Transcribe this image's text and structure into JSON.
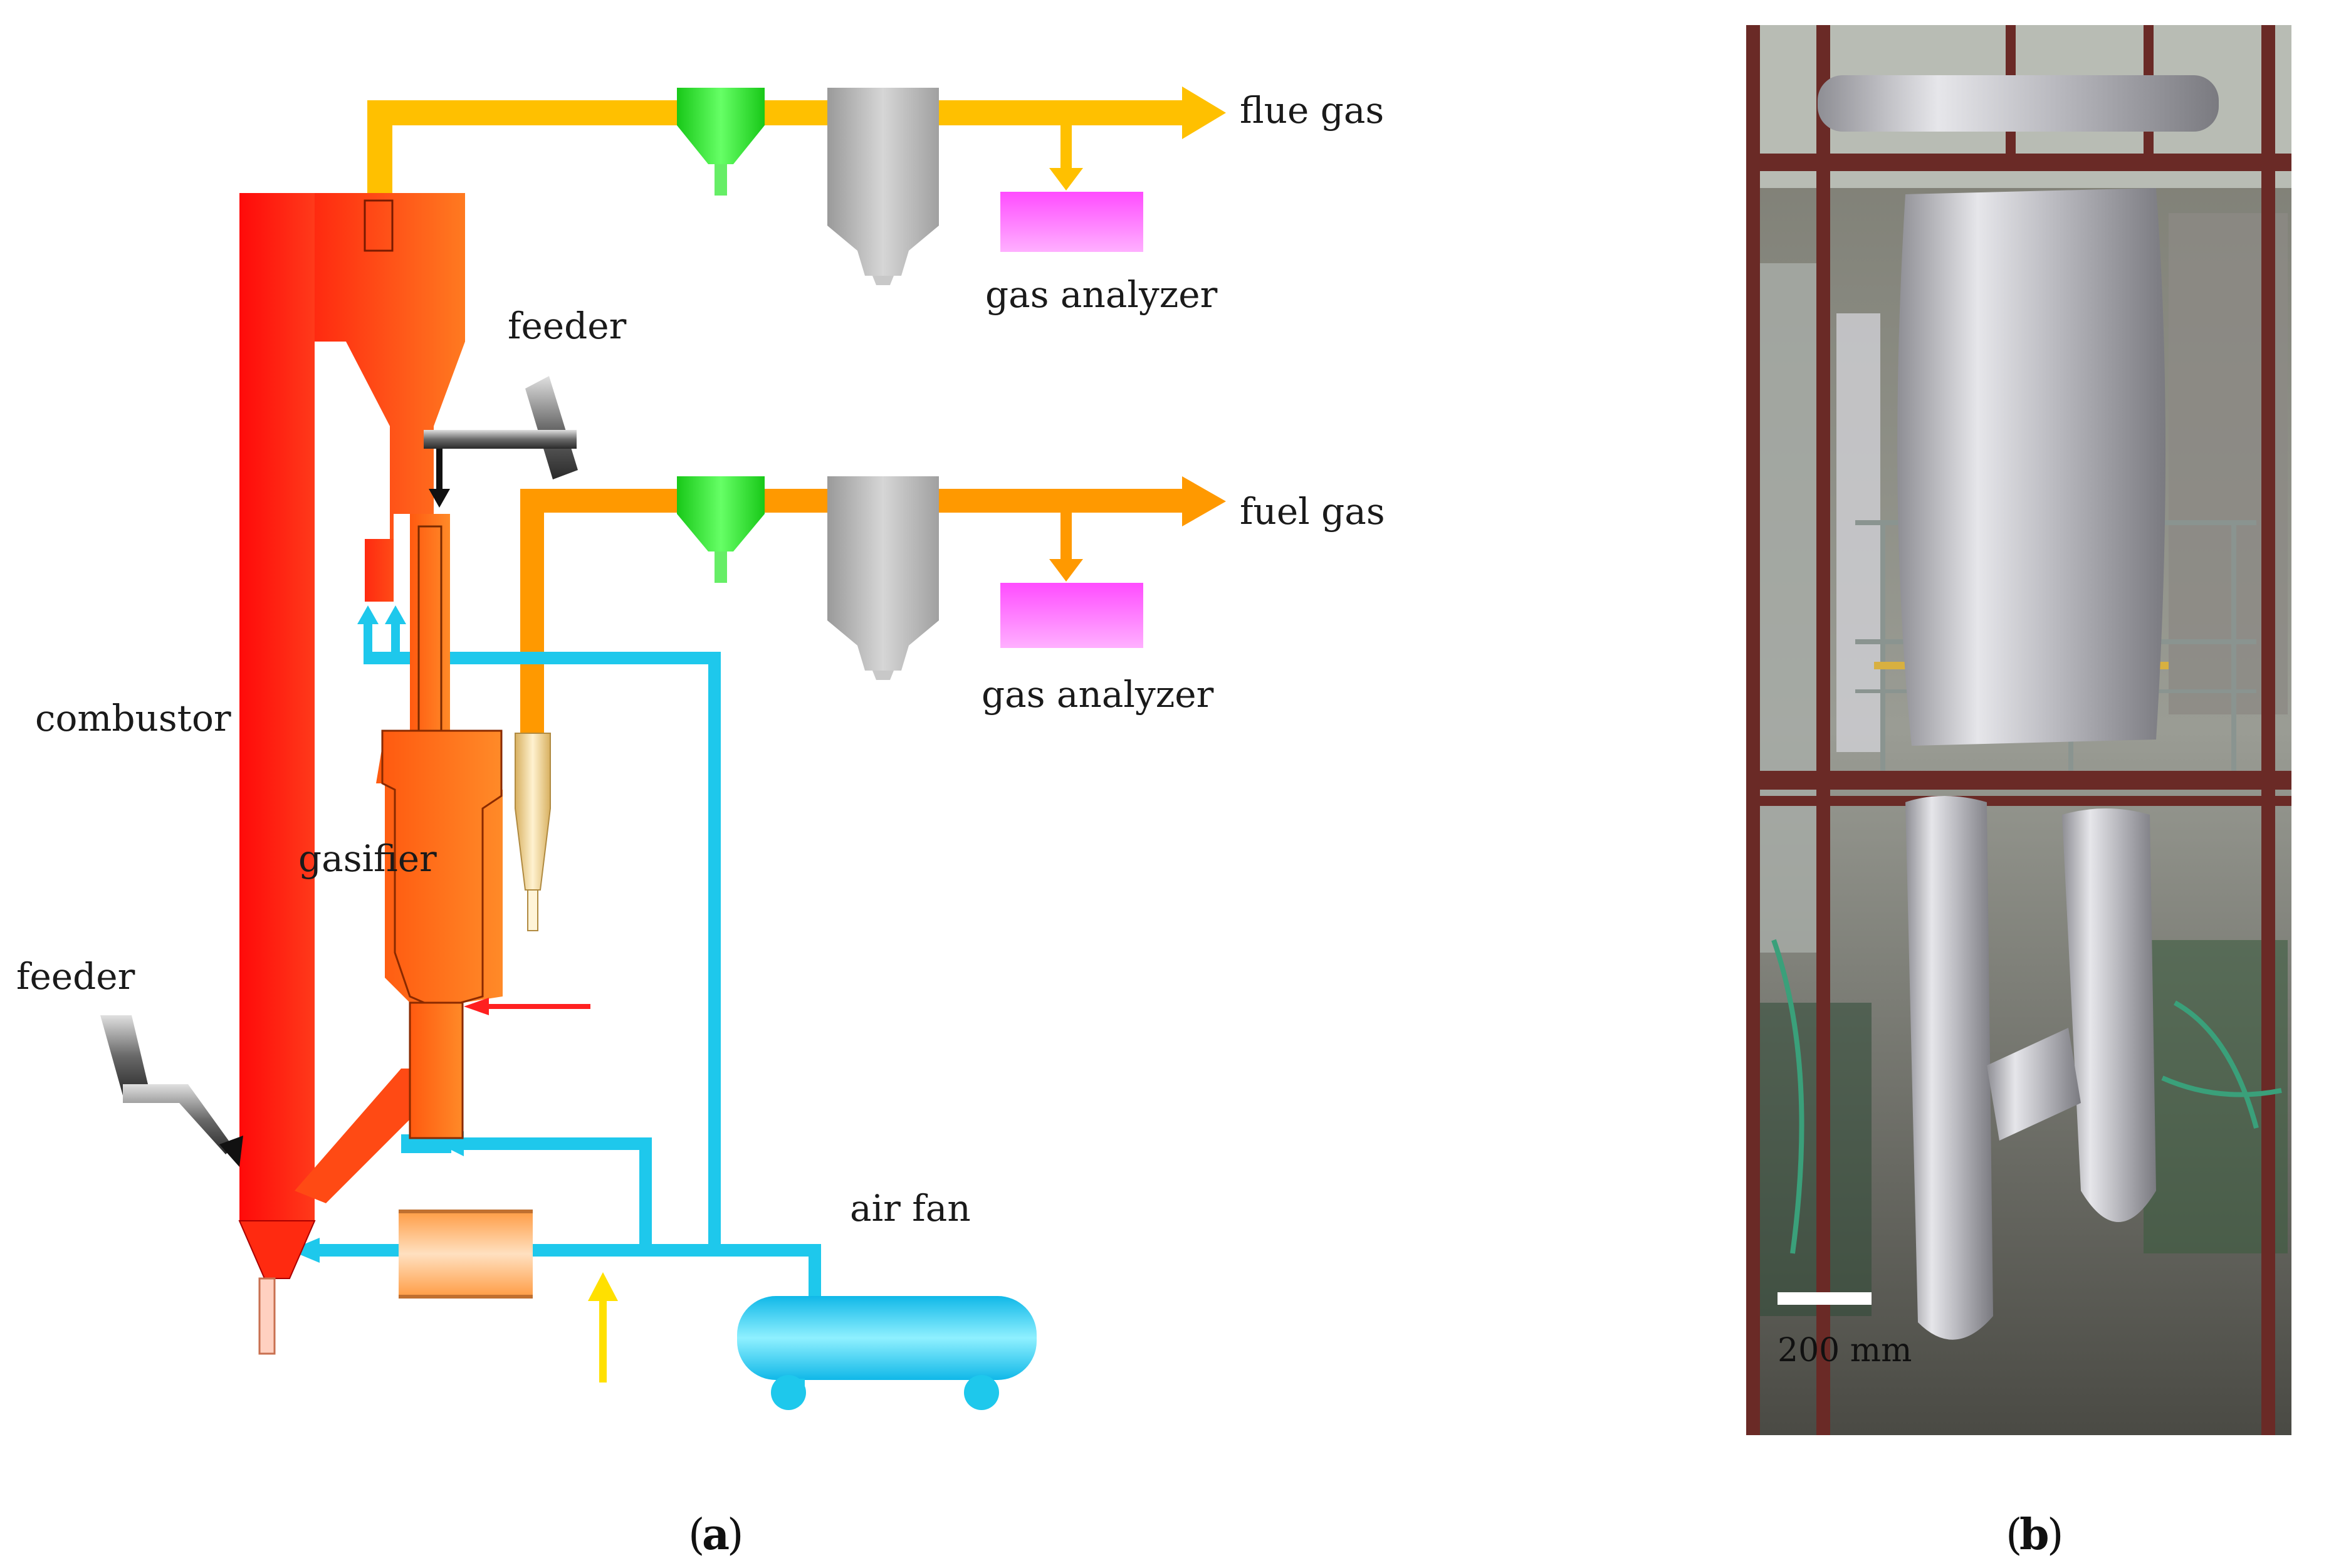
{
  "labels": {
    "flue_gas": "flue gas",
    "fuel_gas": "fuel gas",
    "gas_analyzer_top": "gas analyzer",
    "gas_analyzer_bottom": "gas analyzer",
    "feeder_top": "feeder",
    "feeder_left": "feeder",
    "combustor": "combustor",
    "gasifier": "gasifier",
    "air_fan": "air fan",
    "scale_bar": "200  mm",
    "caption_a_letter": "a",
    "caption_b_letter": "b"
  },
  "colors": {
    "flue_pipe": "#ffc000",
    "fuel_pipe": "#ff9900",
    "air_pipe": "#1ec8ec",
    "combustor": "#ff1a1a",
    "gasifier": "#ff6a10",
    "cyclone_filter": "#22dd22",
    "dust_collector": "#b4b4b4",
    "gas_analyzer": "#ff66ff",
    "heater_arrow": "#ff2020",
    "yellow_arrow": "#ffe000",
    "frame": "#6a2a26",
    "insulation": "#c8c8cc"
  }
}
